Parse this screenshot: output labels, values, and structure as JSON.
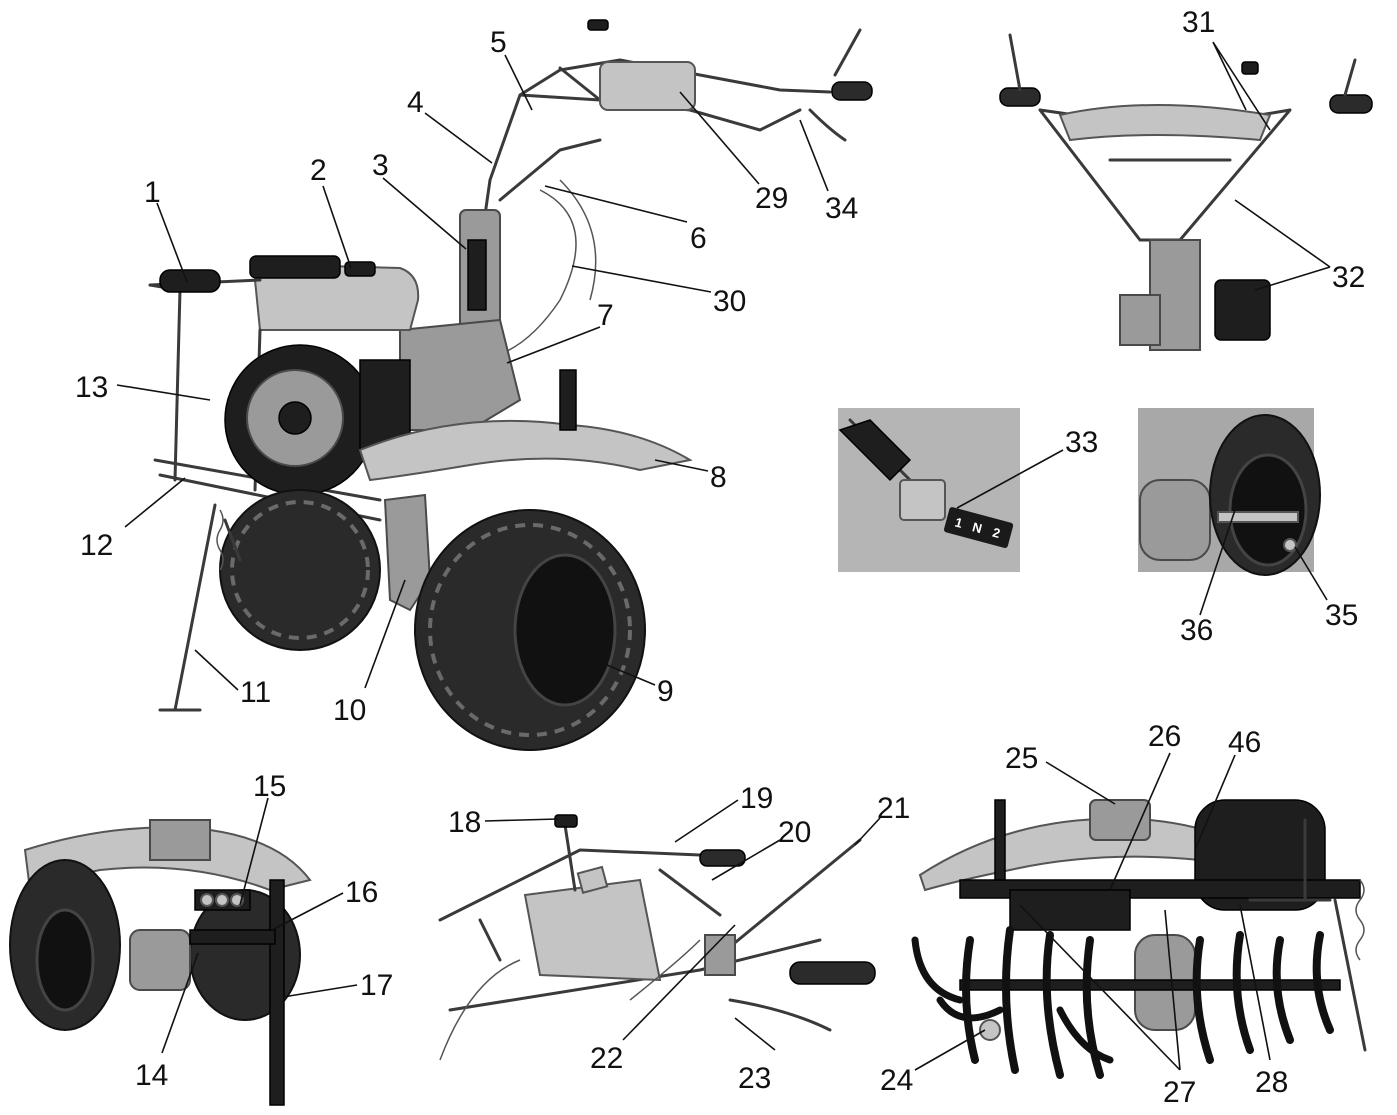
{
  "callouts": [
    {
      "id": "1",
      "label": "1"
    },
    {
      "id": "2",
      "label": "2"
    },
    {
      "id": "3",
      "label": "3"
    },
    {
      "id": "4",
      "label": "4"
    },
    {
      "id": "5",
      "label": "5"
    },
    {
      "id": "6",
      "label": "6"
    },
    {
      "id": "7",
      "label": "7"
    },
    {
      "id": "8",
      "label": "8"
    },
    {
      "id": "9",
      "label": "9"
    },
    {
      "id": "10",
      "label": "10"
    },
    {
      "id": "11",
      "label": "11"
    },
    {
      "id": "12",
      "label": "12"
    },
    {
      "id": "13",
      "label": "13"
    },
    {
      "id": "14",
      "label": "14"
    },
    {
      "id": "15",
      "label": "15"
    },
    {
      "id": "16",
      "label": "16"
    },
    {
      "id": "17",
      "label": "17"
    },
    {
      "id": "18",
      "label": "18"
    },
    {
      "id": "19",
      "label": "19"
    },
    {
      "id": "20",
      "label": "20"
    },
    {
      "id": "21",
      "label": "21"
    },
    {
      "id": "22",
      "label": "22"
    },
    {
      "id": "23",
      "label": "23"
    },
    {
      "id": "24",
      "label": "24"
    },
    {
      "id": "25",
      "label": "25"
    },
    {
      "id": "26",
      "label": "26"
    },
    {
      "id": "27",
      "label": "27"
    },
    {
      "id": "28",
      "label": "28"
    },
    {
      "id": "29",
      "label": "29"
    },
    {
      "id": "30",
      "label": "30"
    },
    {
      "id": "31",
      "label": "31"
    },
    {
      "id": "32",
      "label": "32"
    },
    {
      "id": "33",
      "label": "33"
    },
    {
      "id": "34",
      "label": "34"
    },
    {
      "id": "35",
      "label": "35"
    },
    {
      "id": "36",
      "label": "36"
    },
    {
      "id": "46",
      "label": "46"
    }
  ],
  "gear_plate": {
    "first": "1",
    "neutral": "N",
    "second": "2"
  },
  "colors": {
    "ink": "#111111",
    "metal": "#9a9a9a",
    "rubber": "#2a2a2a",
    "background": "#ffffff"
  }
}
